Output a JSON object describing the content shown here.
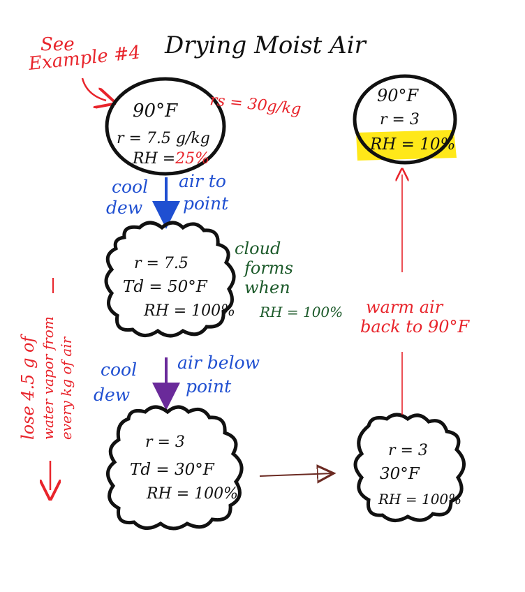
{
  "title": "Drying Moist Air",
  "reference": {
    "line1": "See",
    "line2": "Example #4"
  },
  "colors": {
    "black": "#111111",
    "red": "#e8242b",
    "blue": "#1f4fd1",
    "purple": "#6a2a9a",
    "green": "#1c5a2a",
    "brown": "#6b2a22",
    "highlight": "#ffe500"
  },
  "nodes": {
    "start": {
      "temp": "90°F",
      "r": "r = 7.5 g/kg",
      "rh_label": "RH =",
      "rh_value": "25%",
      "rs": "rs = 30g/kg"
    },
    "cloud1": {
      "r": "r = 7.5",
      "td": "Td = 50°F",
      "rh": "RH = 100%"
    },
    "cloud2": {
      "r": "r = 3",
      "td": "Td = 30°F",
      "rh": "RH = 100%"
    },
    "cloud3": {
      "r": "r = 3",
      "temp": "30°F",
      "rh": "RH = 100%"
    },
    "end": {
      "temp": "90°F",
      "r": "r = 3",
      "rh": "RH = 10%"
    }
  },
  "steps": {
    "cool1": {
      "left1": "cool",
      "left2": "dew",
      "right1": "air to",
      "right2": "point"
    },
    "cool2": {
      "left1": "cool",
      "left2": "dew",
      "right1": "air below",
      "right2": "point"
    },
    "cloud_note": {
      "line1": "cloud",
      "line2": "forms",
      "line3": "when",
      "line4": "RH = 100%"
    },
    "warm": {
      "line1": "warm air",
      "line2": "back to 90°F"
    },
    "lose": {
      "line1": "lose 4.5 g of",
      "line2": "water vapor from",
      "line3": "every kg of air"
    }
  }
}
